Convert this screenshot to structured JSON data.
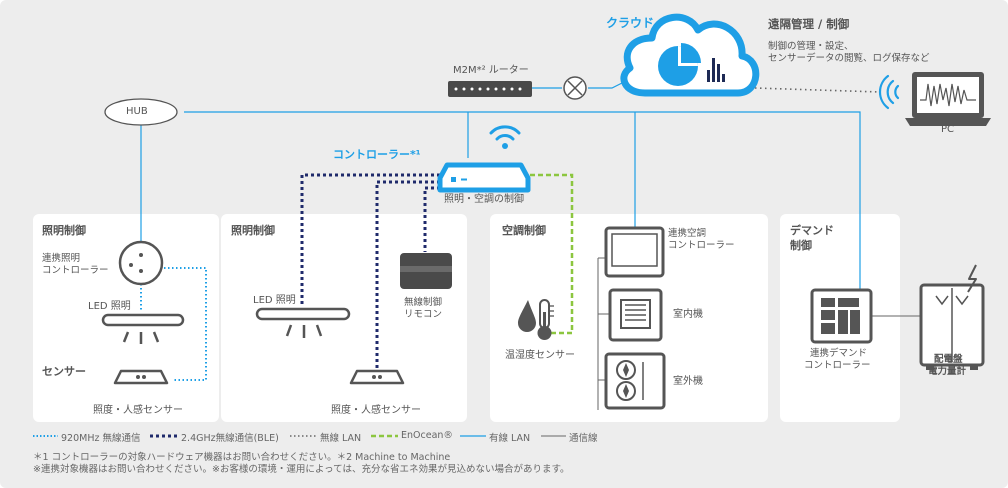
{
  "cloud": {
    "label": "クラウド",
    "remote_title": "遠隔管理 / 制御",
    "remote_desc_1": "制御の管理・設定、",
    "remote_desc_2": "センサーデータの閲覧、ログ保存など"
  },
  "router": {
    "label": "M2M*² ルーター"
  },
  "hub": {
    "label": "HUB"
  },
  "pc": {
    "label": "PC"
  },
  "controller": {
    "title": "コントローラー*¹",
    "caption": "照明・空調の制御"
  },
  "panels": {
    "lighting1": {
      "title": "照明制御",
      "linked_light_ctrl": [
        "連携照明",
        "コントローラー"
      ],
      "led": "LED 照明",
      "sensor_big": "センサー",
      "sensor": "照度・人感センサー"
    },
    "lighting2": {
      "title": "照明制御",
      "led": "LED 照明",
      "remote": [
        "無線制御",
        "リモコン"
      ],
      "sensor": "照度・人感センサー"
    },
    "aircon": {
      "title": "空調制御",
      "linked_ac_ctrl": [
        "連携空調",
        "コントローラー"
      ],
      "indoor": "室内機",
      "outdoor": "室外機",
      "temp_sensor": "温湿度センサー"
    },
    "demand": {
      "title": [
        "デマンド",
        "制御"
      ],
      "demand_ctrl": [
        "連携デマンド",
        "コントローラー"
      ],
      "meter": [
        "配電盤",
        "電力量計"
      ]
    }
  },
  "legend": [
    {
      "name": "920MHz 無線通信",
      "color": "#1e9fe6",
      "style": "dots"
    },
    {
      "name": "2.4GHz無線通信(BLE)",
      "color": "#1f2a6b",
      "style": "bigdots"
    },
    {
      "name": "無線 LAN",
      "color": "#888888",
      "style": "dots"
    },
    {
      "name": "EnOcean®",
      "color": "#8cc63f",
      "style": "dash"
    },
    {
      "name": "有線 LAN",
      "color": "#1e9fe6",
      "style": "line"
    },
    {
      "name": "通信線",
      "color": "#666666",
      "style": "line"
    }
  ],
  "notes": [
    "＊1 コントローラーの対象ハードウェア機器はお問い合わせください。＊2 Machine to Machine",
    "※連携対象機器はお問い合わせください。※お客様の環境・運用によっては、充分な省エネ効果が見込めない場合があります。"
  ],
  "colors": {
    "accent": "#1e9fe6",
    "ble": "#1f2a6b",
    "enocean": "#8cc63f",
    "dark": "#555555"
  }
}
